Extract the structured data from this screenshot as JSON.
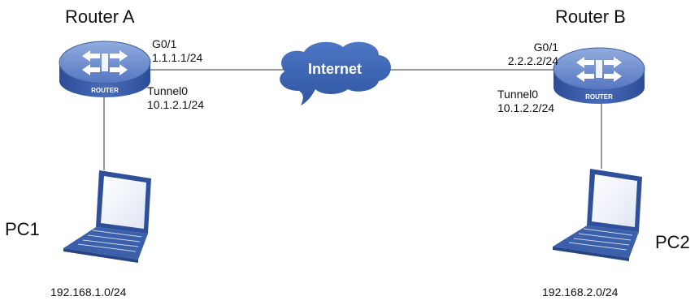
{
  "router_a": {
    "name": "Router A",
    "badge": "ROUTER",
    "g0_1_name": "G0/1",
    "g0_1_ip": "1.1.1.1/24",
    "tunnel_name": "Tunnel0",
    "tunnel_ip": "10.1.2.1/24"
  },
  "router_b": {
    "name": "Router B",
    "badge": "ROUTER",
    "g0_1_name": "G0/1",
    "g0_1_ip": "2.2.2.2/24",
    "tunnel_name": "Tunnel0",
    "tunnel_ip": "10.1.2.2/24"
  },
  "internet": {
    "label": "Internet"
  },
  "pc1": {
    "name": "PC1",
    "subnet": "192.168.1.0/24"
  },
  "pc2": {
    "name": "PC2",
    "subnet": "192.168.2.0/24"
  },
  "colors": {
    "router_top": "#6f8fcf",
    "router_side": "#3a5da8",
    "cloud": "#3a62b5",
    "laptop": "#2f4f9a",
    "line": "#333333"
  }
}
